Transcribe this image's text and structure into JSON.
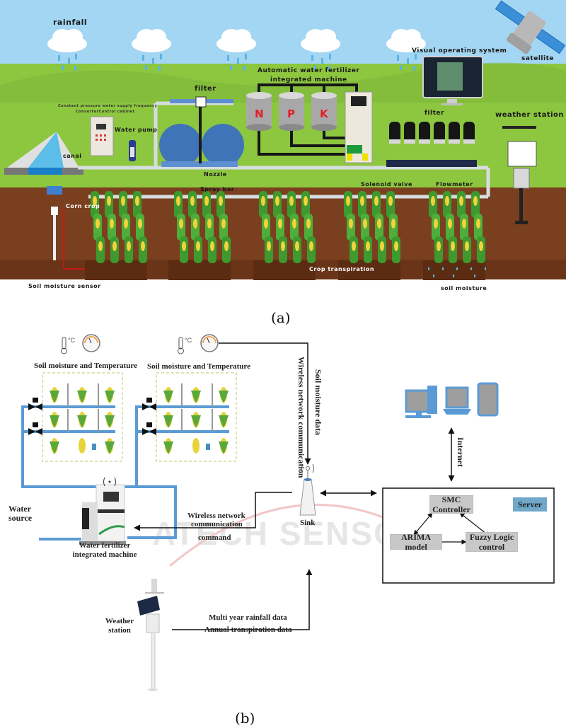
{
  "panel_a": {
    "caption": "(a)",
    "labels": {
      "rainfall": "rainfall",
      "satellite": "satellite",
      "visual_os": "Visual operating system",
      "automatic_machine_line1": "Automatic water fertilizer",
      "automatic_machine_line2": "integrated machine",
      "filter_left": "filter",
      "filter_right": "filter",
      "control_cabinet_line1": "Constant pressure water supply frequency",
      "control_cabinet_line2": "ConverterControl cabinet",
      "water_pump": "Water pump",
      "canal": "canal",
      "nozzle": "Nozzle",
      "spray_bar": "Spray bar",
      "solenoid_valve": "Solenoid valve",
      "flowmeter": "Flowmeter",
      "weather_station": "weather station",
      "corn_crop": "Corn crop",
      "crop_transpiration": "Crop transpiration",
      "soil_moisture_sensor": "Soil moisture sensor",
      "soil_moisture": "soil moisture"
    },
    "tanks": [
      "N",
      "P",
      "K"
    ],
    "colors": {
      "sky": "#9fd4f0",
      "grass": "#8cc63f",
      "soil": "#7a3f1f",
      "pipe": "#d8dde0",
      "tank_letter": "#e0202a"
    }
  },
  "panel_b": {
    "caption": "(b)",
    "field_groups": [
      {
        "title": "Soil moisture and Temperature",
        "temp_unit": "°C"
      },
      {
        "title": "Soil moisture and Temperature",
        "temp_unit": "°C"
      }
    ],
    "labels": {
      "soil_moisture_data": "Soil moisture data",
      "wireless_comm_vertical": "Wireless network communication",
      "internet": "Internet",
      "water_source": "Water source",
      "machine": "Water fertilizer integrated machine",
      "wireless_comm_line1": "Wireless network",
      "wireless_comm_line2": "communication",
      "command": "command",
      "sink": "Sink",
      "weather_station": "Weather station",
      "rainfall_data": "Multi year rainfall data",
      "transpiration_data": "Annual transpiration data",
      "watermark": "ATECH SENSOR"
    },
    "server": {
      "label": "Server",
      "smc": "SMC Controller",
      "arima": "ARIMA model",
      "fuzzy": "Fuzzy Logic control"
    },
    "devices": [
      "desktop-computer",
      "laptop",
      "tablet"
    ],
    "colors": {
      "pipe": "#5b9bd5",
      "server_badge": "#6fa8c8",
      "box_gray": "#c8c8c8",
      "dashed_border": "#9bbb59"
    }
  }
}
